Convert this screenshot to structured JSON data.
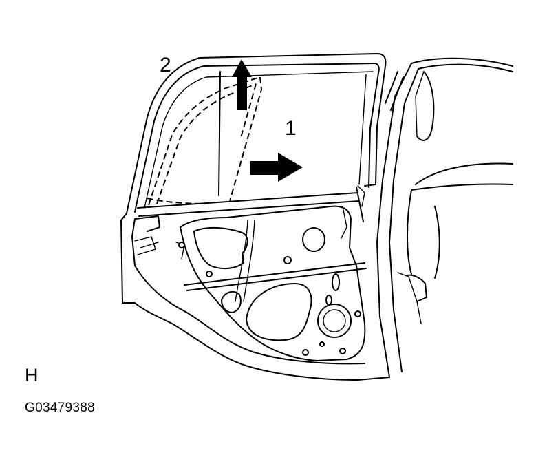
{
  "callouts": {
    "glass_slide": "1",
    "glass_lift": "2"
  },
  "view_label": "H",
  "figure_id": "G03479388",
  "icons": {
    "arrow_1": "arrow-right-icon",
    "arrow_2": "arrow-up-icon"
  },
  "colors": {
    "line": "#000000",
    "background": "#ffffff"
  }
}
